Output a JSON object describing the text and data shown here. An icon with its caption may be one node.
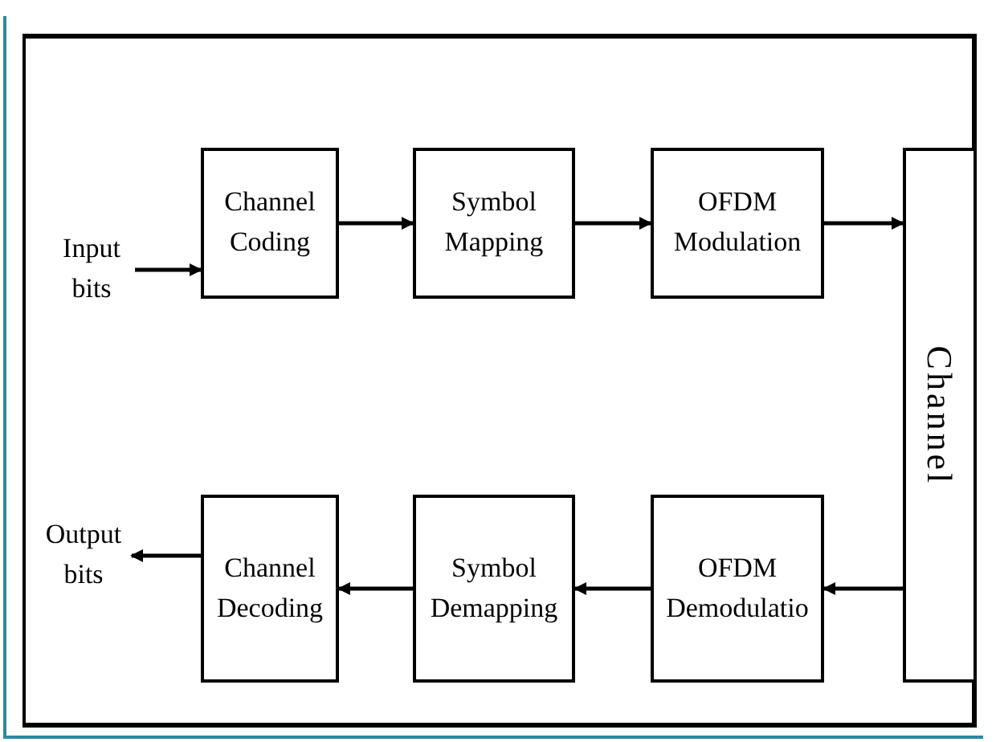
{
  "diagram": {
    "nodes": [
      {
        "text": [
          "Input bits"
        ]
      },
      {
        "text": [
          "Channel Coding"
        ]
      },
      {
        "text": [
          "Symbol Mapping"
        ]
      },
      {
        "text": [
          "OFDM Modulation"
        ]
      },
      {
        "text": [
          "Channel"
        ]
      },
      {
        "text": [
          "OFDM Demodulatio"
        ]
      },
      {
        "text": [
          "Symbol Demapping"
        ]
      },
      {
        "text": [
          "Channel Decoding"
        ]
      },
      {
        "text": [
          "Output bits"
        ]
      }
    ],
    "edges": [
      {
        "from": 0,
        "to": 1,
        "arrow": "to"
      },
      {
        "from": 1,
        "to": 2,
        "arrow": "to"
      },
      {
        "from": 2,
        "to": 3,
        "arrow": "to"
      },
      {
        "from": 3,
        "to": 4,
        "arrow": "to"
      },
      {
        "from": 4,
        "to": 5,
        "arrow": "to"
      },
      {
        "from": 5,
        "to": 6,
        "arrow": "to"
      },
      {
        "from": 6,
        "to": 7,
        "arrow": "to"
      },
      {
        "from": 7,
        "to": 8,
        "arrow": "to"
      }
    ]
  }
}
